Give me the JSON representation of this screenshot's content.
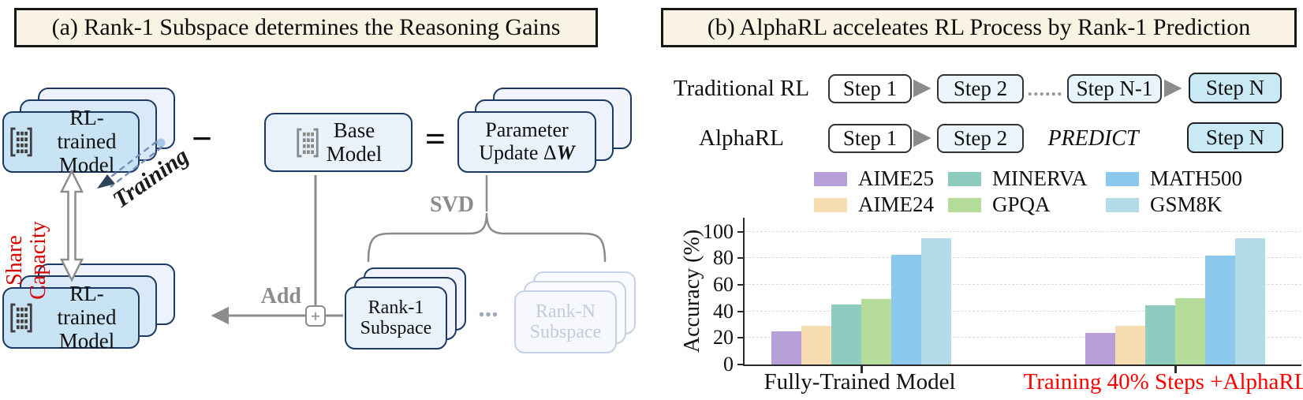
{
  "panel_a": {
    "title": "(a) Rank-1 Subspace determines the Reasoning Gains",
    "cards": {
      "rl_top": {
        "line1": "RL-trained",
        "line2": "Model"
      },
      "rl_bottom": {
        "line1": "RL-trained",
        "line2": "Model"
      },
      "base": {
        "line1": "Base",
        "line2": "Model"
      },
      "param": {
        "line1": "Parameter",
        "line2_prefix": "Update Δ",
        "line2_w": "W"
      },
      "rank1": {
        "line1": "Rank-1",
        "line2": "Subspace"
      },
      "rankn": {
        "line1": "Rank-N",
        "line2": "Subspace"
      }
    },
    "operators": {
      "minus": "−",
      "equals": "=",
      "plus": "+"
    },
    "labels": {
      "training": "Training",
      "share_line1": "Share",
      "share_line2": "Capacity",
      "add": "Add",
      "svd": "SVD",
      "ellipsis": "..."
    },
    "accents": {
      "share_color": "#d60000"
    }
  },
  "panel_b": {
    "title": "(b) AlphaRL acceleates RL Process by Rank-1 Prediction",
    "flow": {
      "row1_label": "Traditional RL",
      "row2_label": "AlphaRL",
      "row1_steps": [
        "Step 1",
        "Step 2",
        "Step N-1",
        "Step N"
      ],
      "row2_steps": [
        "Step 1",
        "Step 2",
        "Step N"
      ],
      "dots": "......",
      "predict": "PREDICT"
    }
  },
  "chart_data": {
    "type": "bar",
    "title": "",
    "ylabel": "Accuracy (%)",
    "xlabel": "",
    "ylim": [
      0,
      100
    ],
    "yticks": [
      0,
      20,
      40,
      60,
      80,
      100
    ],
    "grid": "horizontal-dashed",
    "legend_position": "top",
    "categories": [
      "Fully-Trained Model",
      "Training 40% Steps +AlphaRL"
    ],
    "category_colors": [
      "#111111",
      "#ff0000"
    ],
    "series": [
      {
        "name": "AIME25",
        "color": "#b7a1d8",
        "values": [
          25.0,
          24.0
        ]
      },
      {
        "name": "AIME24",
        "color": "#f8dcb2",
        "values": [
          29.0,
          29.0
        ]
      },
      {
        "name": "MINERVA",
        "color": "#8fccc0",
        "values": [
          45.0,
          44.5
        ]
      },
      {
        "name": "GPQA",
        "color": "#b5dc9a",
        "values": [
          49.0,
          50.0
        ]
      },
      {
        "name": "MATH500",
        "color": "#8cc8ec",
        "values": [
          82.5,
          82.0
        ]
      },
      {
        "name": "GSM8K",
        "color": "#b2dde8",
        "values": [
          95.0,
          95.0
        ]
      }
    ]
  }
}
